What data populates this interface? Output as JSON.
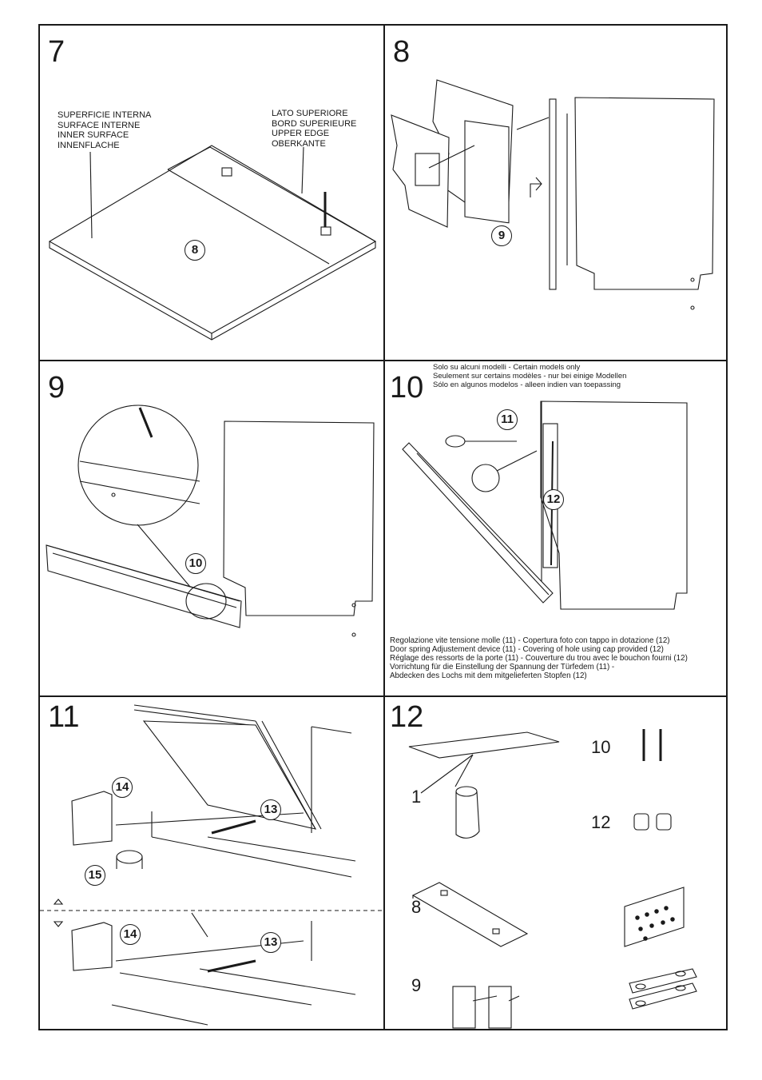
{
  "steps": {
    "s7": {
      "number": "7",
      "inner_surface": [
        "SUPERFICIE INTERNA",
        "SURFACE INTERNE",
        "INNER SURFACE",
        "INNENFLACHE"
      ],
      "upper_edge": [
        "LATO SUPERIORE",
        "BORD SUPERIEURE",
        "UPPER EDGE",
        "OBERKANTE"
      ],
      "ref": "8"
    },
    "s8": {
      "number": "8",
      "ref": "9"
    },
    "s9": {
      "number": "9",
      "ref": "10"
    },
    "s10": {
      "number": "10",
      "models_note": [
        "Solo su alcuni modelli - Certain models only",
        "Seulement sur certains modèles - nur bei einige Modellen",
        "Sólo en algunos modelos - alleen indien van toepassing"
      ],
      "ref_a": "11",
      "ref_b": "12",
      "caption": [
        "Regolazione vite tensione molle (11) - Copertura foto con tappo in dotazione (12)",
        "Door spring Adjustement device (11) - Covering of hole using cap provided (12)",
        "Réglage des ressorts de la porte (11) - Couverture du trou avec le bouchon fourni (12)",
        "Vorrichtung für die Einstellung der Spannung der Türfedem (11) -",
        "Abdecken des Lochs mit dem mitgelieferten Stopfen (12)"
      ]
    },
    "s11": {
      "number": "11",
      "ref_14a": "14",
      "ref_13a": "13",
      "ref_15": "15",
      "ref_14b": "14",
      "ref_13b": "13"
    },
    "s12": {
      "number": "12",
      "part_1": "1",
      "part_8": "8",
      "part_9": "9",
      "part_10": "10",
      "part_12": "12"
    }
  }
}
